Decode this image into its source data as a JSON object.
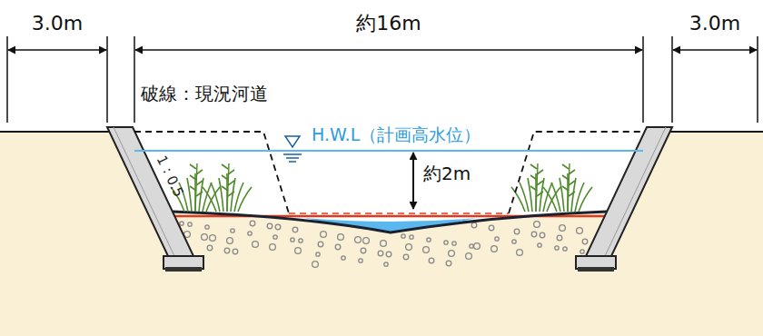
{
  "diagram": {
    "labels": [
      "3.0m",
      "約16m",
      "3.0m",
      "破線：現況河道",
      "H.W.L（計画高水位）",
      "約2m",
      "1：0.5"
    ]
  }
}
